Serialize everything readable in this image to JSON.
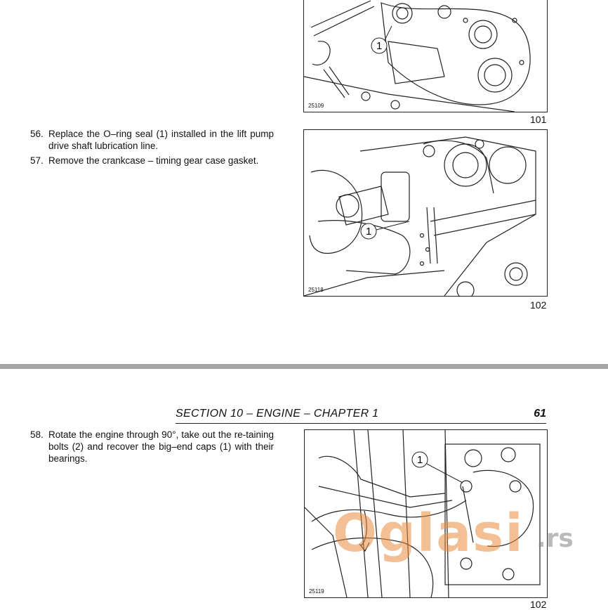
{
  "figure_101": {
    "code": "25109",
    "number": "101",
    "callout": "1"
  },
  "figure_102_top": {
    "code": "25118",
    "number": "102",
    "callout": "1"
  },
  "steps_top": [
    {
      "num": "56.",
      "text": "Replace the O–ring seal (1) installed in the lift pump drive shaft lubrication line."
    },
    {
      "num": "57.",
      "text": "Remove the crankcase – timing gear case gasket."
    }
  ],
  "section_header": {
    "title": "SECTION 10 – ENGINE – CHAPTER 1",
    "page": "61"
  },
  "steps_bottom": [
    {
      "num": "58.",
      "text": "Rotate the engine through 90°, take out the re-taining bolts (2) and recover the big–end caps (1) with their bearings."
    }
  ],
  "figure_bottom": {
    "code": "25119",
    "number": "102",
    "callout": "1"
  },
  "watermark": {
    "text": "Oglasi",
    "tld": ".rs"
  },
  "colors": {
    "divider": "#a6a6a6",
    "watermark": "#e88c3c"
  }
}
